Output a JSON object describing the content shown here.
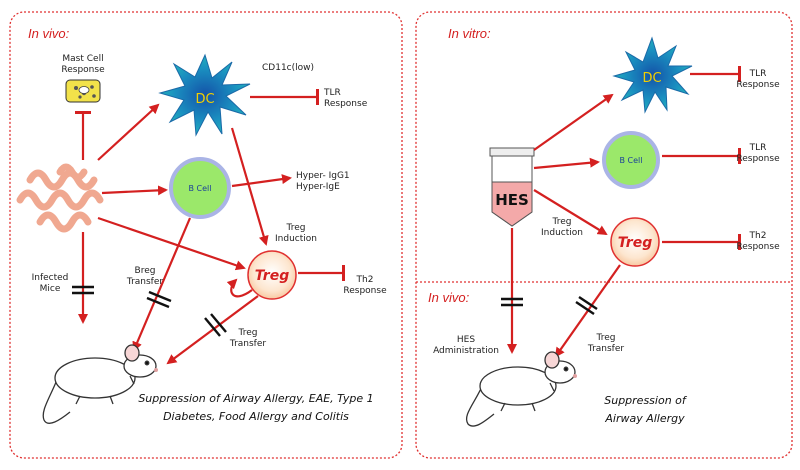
{
  "panels": {
    "left": {
      "header": "In vivo:",
      "labels": {
        "mast_cell": [
          "Mast Cell",
          "Response"
        ],
        "dc": "DC",
        "cd11c": "CD11c(low)",
        "tlr": [
          "TLR",
          "Response"
        ],
        "bcell": "B Cell",
        "hyper": [
          "Hyper- IgG1",
          "Hyper-IgE"
        ],
        "treg_induction": [
          "Treg",
          "Induction"
        ],
        "treg": "Treg",
        "th2": [
          "Th2",
          "Response"
        ],
        "infected_mice": [
          "Infected",
          "Mice"
        ],
        "breg_transfer": [
          "Breg",
          "Transfer"
        ],
        "treg_transfer": [
          "Treg",
          "Transfer"
        ]
      },
      "suppression": [
        "Suppression of Airway Allergy, EAE, Type 1",
        "Diabetes, Food Allergy and Colitis"
      ]
    },
    "right": {
      "header_top": "In vitro:",
      "header_bottom": "In vivo:",
      "labels": {
        "dc": "DC",
        "tlr1": [
          "TLR",
          "Response"
        ],
        "bcell": "B Cell",
        "tlr2": [
          "TLR",
          "Response"
        ],
        "hes": "HES",
        "treg_induction": [
          "Treg",
          "Induction"
        ],
        "treg": "Treg",
        "th2": [
          "Th2",
          "Response"
        ],
        "hes_admin": [
          "HES",
          "Administration"
        ],
        "treg_transfer": [
          "Treg",
          "Transfer"
        ]
      },
      "suppression": [
        "Suppression of",
        "Airway Allergy"
      ]
    }
  },
  "colors": {
    "arrow": "#d42020",
    "border": "#e03030",
    "bcell_fill": "#9be86a",
    "bcell_ring": "#aab4e6",
    "dc_fill": "#1fb0c8",
    "treg_ring": "#e03030",
    "mast_fill": "#f2e24a"
  }
}
